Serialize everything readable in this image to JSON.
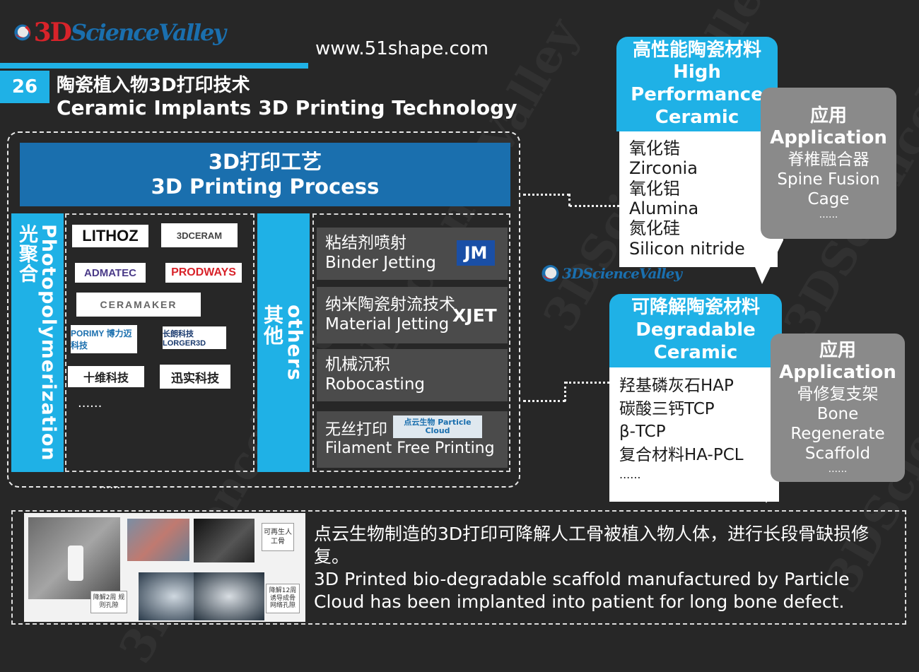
{
  "brand": {
    "logo_text": "3DScienceValley",
    "website": "www.51shape.com",
    "mini_logo_text": "3DScienceValley"
  },
  "slide": {
    "number": "26",
    "title_cn": "陶瓷植入物3D打印技术",
    "title_en": "Ceramic Implants 3D Printing Technology"
  },
  "process": {
    "title_cn": "3D打印工艺",
    "title_en": "3D Printing Process",
    "more": "......"
  },
  "photopolymerization": {
    "label_cn": "光聚合",
    "label_en": "Photopolymerization",
    "companies": [
      "LITHOZ",
      "3DCERAM",
      "ADMATEC",
      "PRODWAYS",
      "CERAMAKER",
      "PORIMY 博力迈科技",
      "长朗科技 LORGER3D",
      "十维科技",
      "迅实科技"
    ],
    "more": "......"
  },
  "others": {
    "label_cn": "其他",
    "label_en": "others",
    "techs": [
      {
        "cn": "粘结剂喷射",
        "en": "Binder Jetting",
        "logo": "JM"
      },
      {
        "cn": "纳米陶瓷射流技术",
        "en": "Material Jetting",
        "logo": "XJET"
      },
      {
        "cn": "机械沉积",
        "en": "Robocasting",
        "logo": ""
      },
      {
        "cn": "无丝打印",
        "en": "Filament Free Printing",
        "logo": "点云生物 Particle Cloud"
      }
    ]
  },
  "high_perf": {
    "title_cn": "高性能陶瓷材料",
    "title_en_1": "High",
    "title_en_2": "Performance",
    "title_en_3": "Ceramic",
    "materials": [
      "氧化锆",
      "Zirconia",
      "氧化铝",
      "Alumina",
      "氮化硅",
      "Silicon nitride"
    ]
  },
  "app1": {
    "cn": "应用",
    "en": "Application",
    "item_cn": "脊椎融合器",
    "item_en_1": "Spine Fusion",
    "item_en_2": "Cage",
    "more": "......"
  },
  "degradable": {
    "title_cn": "可降解陶瓷材料",
    "title_en_1": "Degradable",
    "title_en_2": "Ceramic",
    "materials": [
      "羟基磷灰石HAP",
      "碳酸三钙TCP",
      "β-TCP",
      "复合材料HA-PCL",
      "......"
    ]
  },
  "app2": {
    "cn": "应用",
    "en": "Application",
    "item_cn": "骨修复支架",
    "item_en_1": "Bone",
    "item_en_2": "Regenerate",
    "item_en_3": "Scaffold",
    "more": "......"
  },
  "bottom": {
    "photo_labels": [
      "可再生人工骨",
      "降解2周 规则孔隙",
      "降解12周 诱导成骨 网络孔隙"
    ],
    "text_cn": "点云生物制造的3D打印可降解人工骨被植入物人体，进行长段骨缺损修复。",
    "text_en": "3D Printed bio-degradable scaffold manufactured by Particle Cloud has been implanted into patient for long bone defect."
  },
  "colors": {
    "accent": "#1fb1e6",
    "header_blue": "#1a6fae",
    "background": "#272727",
    "logo_red": "#d8232a"
  },
  "icons": [
    "3dsv-logo-icon",
    "arrow-icon"
  ]
}
